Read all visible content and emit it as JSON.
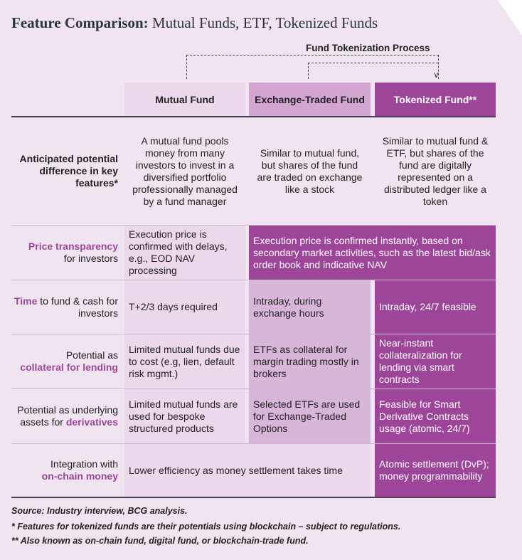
{
  "title": {
    "bold": "Feature Comparison:",
    "rest": " Mutual Funds, ETF, Tokenized Funds"
  },
  "process_label": "Fund Tokenization Process",
  "columns": [
    "Mutual Fund",
    "Exchange-Traded Fund",
    "Tokenized Fund**"
  ],
  "rows": {
    "desc": {
      "label": "Anticipated potential difference in key features*",
      "mf": "A mutual fund pools money from many investors to invest in a diversified portfolio professionally managed by a fund manager",
      "etf": "Similar to mutual fund, but shares of the fund are traded on exchange like a stock",
      "tf": "Similar to mutual fund & ETF, but shares of the fund are digitally represented on a distributed ledger like a token"
    },
    "price": {
      "label_hl": "Price transparency",
      "label_rest": "for investors",
      "mf": "Execution price is confirmed with delays, e.g., EOD NAV processing",
      "etf_tf": "Execution price is confirmed instantly, based on secondary market activities, such as the latest bid/ask order book and indicative NAV"
    },
    "time": {
      "label_hl": "Time",
      "label_rest": " to fund & cash for investors",
      "mf": "T+2/3 days required",
      "etf": "Intraday, during exchange hours",
      "tf": "Intraday, 24/7 feasible"
    },
    "collateral": {
      "label_pre": "Potential as",
      "label_hl": "collateral for lending",
      "mf": "Limited mutual funds due to cost (e.g, lien, default risk mgmt.)",
      "etf": "ETFs as collateral for margin trading mostly in brokers",
      "tf": "Near-instant collateralization for lending via smart contracts"
    },
    "derivatives": {
      "label_pre": "Potential as underlying assets for",
      "label_hl": "derivatives",
      "mf": "Limited mutual funds are used for bespoke structured products",
      "etf": "Selected ETFs are used for Exchange-Traded Options",
      "tf": "Feasible for Smart Derivative Contracts usage (atomic, 24/7)"
    },
    "onchain": {
      "label_pre": "Integration with",
      "label_hl": "on-chain money",
      "mf_etf": "Lower efficiency as money settlement takes time",
      "tf": "Atomic settlement (DvP); money programmability"
    }
  },
  "footnotes": [
    "Source: Industry interview, BCG analysis.",
    "* Features for tokenized funds are their potentials using blockchain – subject to regulations.",
    "** Also known as on-chain fund, digital fund, or blockchain-trade fund."
  ]
}
